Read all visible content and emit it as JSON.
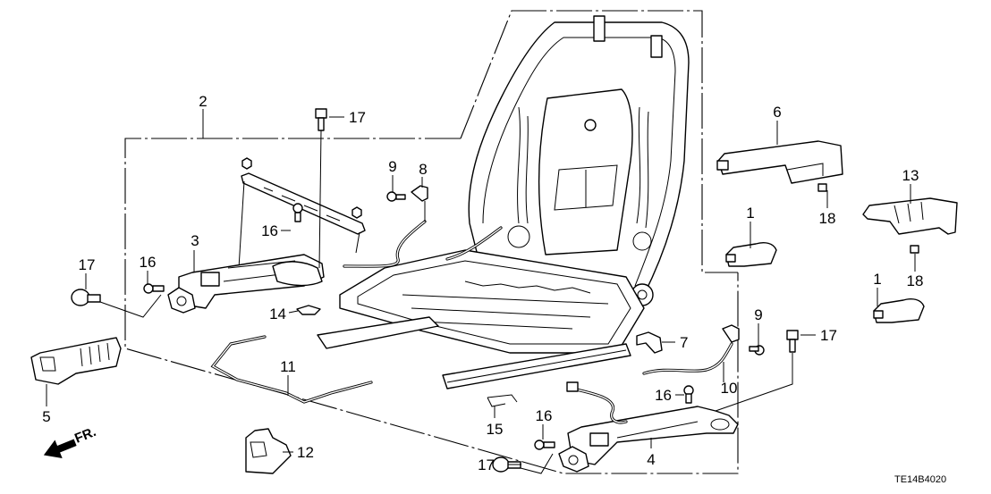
{
  "diagram": {
    "title": "Seat frame components exploded parts diagram",
    "code": "TE14B4020",
    "direction_indicator": "FR.",
    "callouts": [
      {
        "id": "c2",
        "label": "2"
      },
      {
        "id": "c17a",
        "label": "17"
      },
      {
        "id": "c16a",
        "label": "16"
      },
      {
        "id": "c3",
        "label": "3"
      },
      {
        "id": "c16b",
        "label": "16"
      },
      {
        "id": "c17b",
        "label": "17"
      },
      {
        "id": "c14",
        "label": "14"
      },
      {
        "id": "c9a",
        "label": "9"
      },
      {
        "id": "c8",
        "label": "8"
      },
      {
        "id": "c5",
        "label": "5"
      },
      {
        "id": "c11",
        "label": "11"
      },
      {
        "id": "c12",
        "label": "12"
      },
      {
        "id": "c15",
        "label": "15"
      },
      {
        "id": "c16c",
        "label": "16"
      },
      {
        "id": "c17c",
        "label": "17"
      },
      {
        "id": "c4",
        "label": "4"
      },
      {
        "id": "c16d",
        "label": "16"
      },
      {
        "id": "c10",
        "label": "10"
      },
      {
        "id": "c7",
        "label": "7"
      },
      {
        "id": "c9b",
        "label": "9"
      },
      {
        "id": "c17d",
        "label": "17"
      },
      {
        "id": "c6",
        "label": "6"
      },
      {
        "id": "c18a",
        "label": "18"
      },
      {
        "id": "c1a",
        "label": "1"
      },
      {
        "id": "c13",
        "label": "13"
      },
      {
        "id": "c18b",
        "label": "18"
      },
      {
        "id": "c1b",
        "label": "1"
      }
    ]
  }
}
